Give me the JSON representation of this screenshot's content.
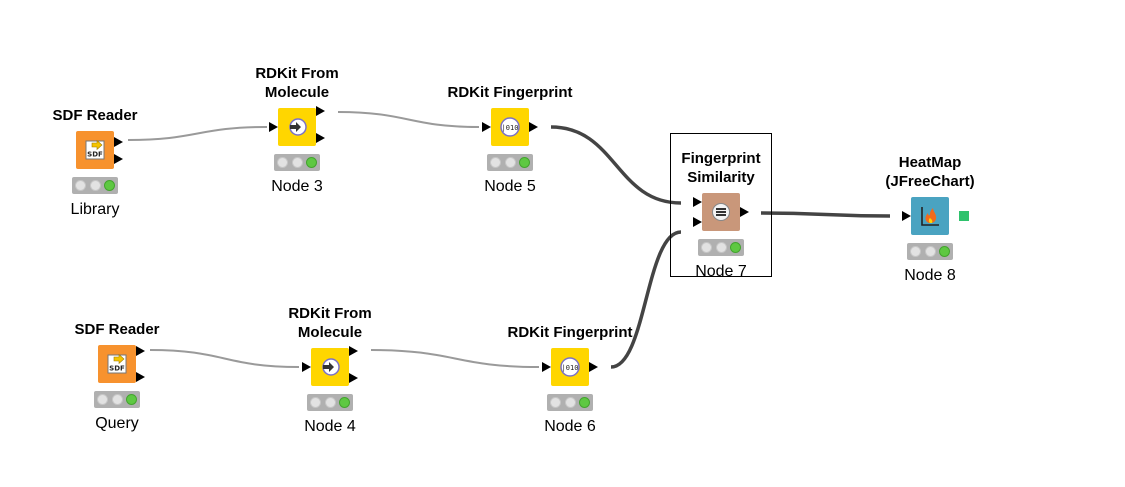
{
  "workflow": {
    "nodes": [
      {
        "id": "n1",
        "title": "SDF Reader",
        "label": "Library",
        "kind": "sdf-reader",
        "status": [
          "off",
          "off",
          "on"
        ]
      },
      {
        "id": "n3",
        "title": "RDKit From Molecule",
        "label": "Node 3",
        "kind": "rdkit-from-molecule",
        "status": [
          "off",
          "off",
          "on"
        ]
      },
      {
        "id": "n5",
        "title": "RDKit Fingerprint",
        "label": "Node 5",
        "kind": "rdkit-fingerprint",
        "status": [
          "off",
          "off",
          "on"
        ]
      },
      {
        "id": "n7",
        "title": "Fingerprint\nSimilarity",
        "label": "Node 7",
        "kind": "fingerprint-similarity",
        "status": [
          "off",
          "off",
          "on"
        ],
        "selected": true
      },
      {
        "id": "n8",
        "title": "HeatMap\n(JFreeChart)",
        "label": "Node 8",
        "kind": "heatmap",
        "status": [
          "off",
          "off",
          "on"
        ]
      },
      {
        "id": "n2",
        "title": "SDF Reader",
        "label": "Query",
        "kind": "sdf-reader",
        "status": [
          "off",
          "off",
          "on"
        ]
      },
      {
        "id": "n4",
        "title": "RDKit From Molecule",
        "label": "Node 4",
        "kind": "rdkit-from-molecule",
        "status": [
          "off",
          "off",
          "on"
        ]
      },
      {
        "id": "n6",
        "title": "RDKit Fingerprint",
        "label": "Node 6",
        "kind": "rdkit-fingerprint",
        "status": [
          "off",
          "off",
          "on"
        ]
      }
    ],
    "connections": [
      {
        "from": "n1",
        "to": "n3",
        "weight": "thin"
      },
      {
        "from": "n3",
        "to": "n5",
        "weight": "thin"
      },
      {
        "from": "n5",
        "to": "n7",
        "weight": "thick"
      },
      {
        "from": "n2",
        "to": "n4",
        "weight": "thin"
      },
      {
        "from": "n4",
        "to": "n6",
        "weight": "thin"
      },
      {
        "from": "n6",
        "to": "n7",
        "weight": "thick"
      },
      {
        "from": "n7",
        "to": "n8",
        "weight": "thick"
      }
    ],
    "icons": {
      "sdf-reader": "sdf-file-icon",
      "rdkit-from-molecule": "molecule-convert-icon",
      "rdkit-fingerprint": "fingerprint-bits-icon",
      "fingerprint-similarity": "similarity-icon",
      "heatmap": "flame-chart-icon"
    },
    "icon_text": {
      "sdf": "SDF",
      "bits": "|010"
    },
    "colors": {
      "sdf-reader": "#f7922e",
      "rdkit": "#ffd600",
      "similarity": "#c9977a",
      "heatmap": "#4aa3c1",
      "status_on": "#5ec842",
      "status_off": "#e2e2e2",
      "thin_edge": "#9a9a9a",
      "thick_edge": "#444444"
    }
  }
}
